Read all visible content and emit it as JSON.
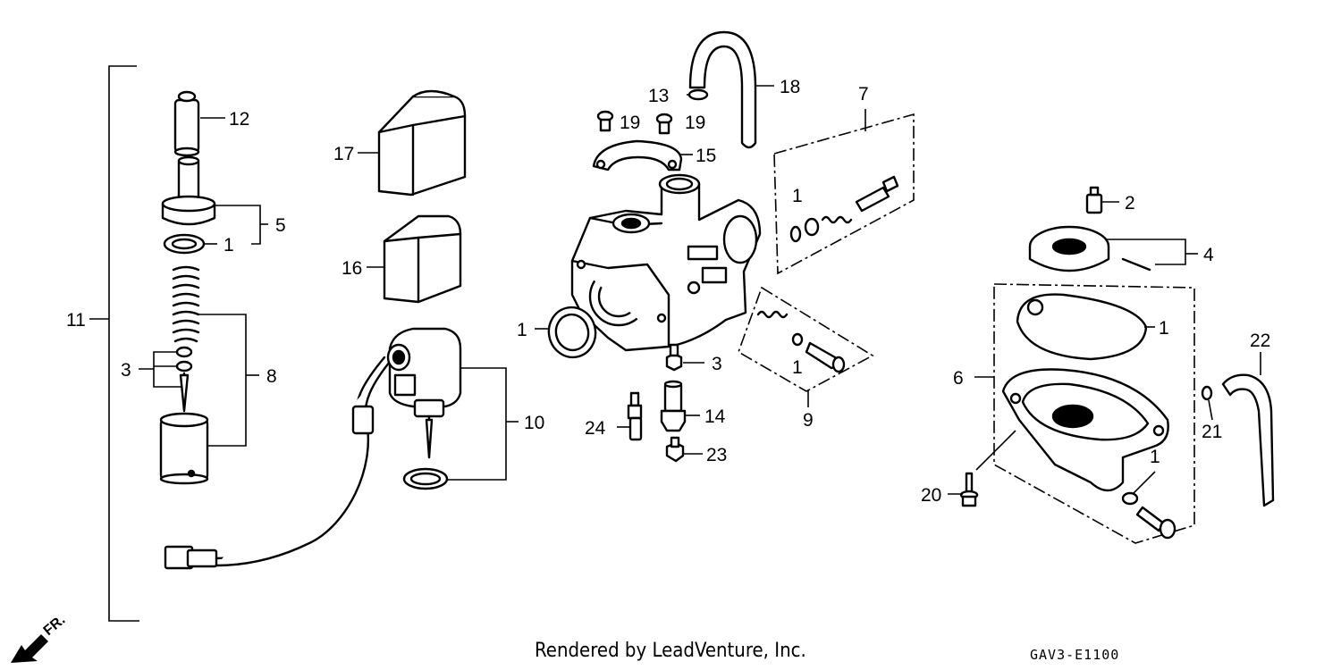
{
  "diagram": {
    "footer": "Rendered by LeadVenture, Inc.",
    "code": "GAV3-E1100",
    "direction_label": "FR.",
    "callouts": [
      {
        "id": "c11",
        "text": "11"
      },
      {
        "id": "c12",
        "text": "12"
      },
      {
        "id": "c5",
        "text": "5"
      },
      {
        "id": "c1a",
        "text": "1"
      },
      {
        "id": "c3a",
        "text": "3"
      },
      {
        "id": "c8",
        "text": "8"
      },
      {
        "id": "c17",
        "text": "17"
      },
      {
        "id": "c16",
        "text": "16"
      },
      {
        "id": "c10",
        "text": "10"
      },
      {
        "id": "c13",
        "text": "13"
      },
      {
        "id": "c18",
        "text": "18"
      },
      {
        "id": "c19a",
        "text": "19"
      },
      {
        "id": "c19b",
        "text": "19"
      },
      {
        "id": "c15",
        "text": "15"
      },
      {
        "id": "c1b",
        "text": "1"
      },
      {
        "id": "c3b",
        "text": "3"
      },
      {
        "id": "c14",
        "text": "14"
      },
      {
        "id": "c24",
        "text": "24"
      },
      {
        "id": "c23",
        "text": "23"
      },
      {
        "id": "c7",
        "text": "7"
      },
      {
        "id": "c1c",
        "text": "1"
      },
      {
        "id": "c1d",
        "text": "1"
      },
      {
        "id": "c9",
        "text": "9"
      },
      {
        "id": "c2",
        "text": "2"
      },
      {
        "id": "c4",
        "text": "4"
      },
      {
        "id": "c1e",
        "text": "1"
      },
      {
        "id": "c6",
        "text": "6"
      },
      {
        "id": "c22",
        "text": "22"
      },
      {
        "id": "c21",
        "text": "21"
      },
      {
        "id": "c1f",
        "text": "1"
      },
      {
        "id": "c20",
        "text": "20"
      }
    ]
  }
}
